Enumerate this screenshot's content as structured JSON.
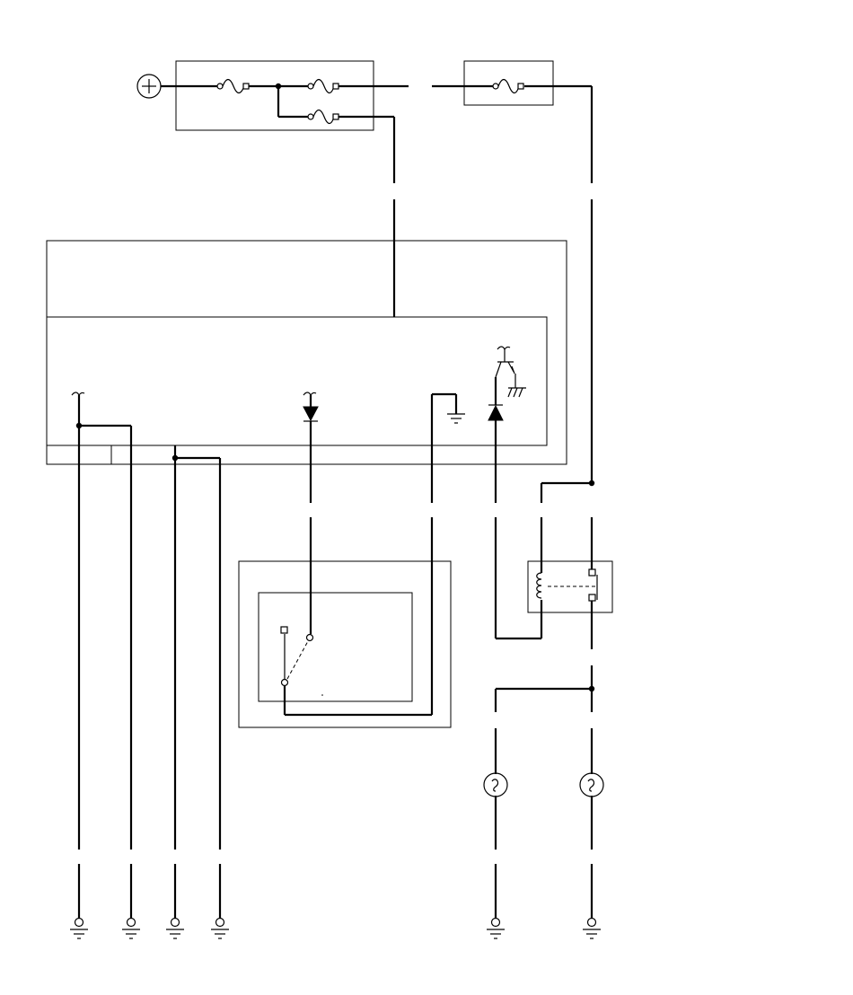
{
  "diagram": {
    "kind": "wiring-schematic",
    "components": [
      "battery-positive",
      "fuse-box-main",
      "fuse-box-secondary",
      "control-module",
      "switch-assembly",
      "relay",
      "lamp",
      "ground"
    ],
    "colors": {
      "line": "#000000",
      "background": "#ffffff"
    }
  }
}
